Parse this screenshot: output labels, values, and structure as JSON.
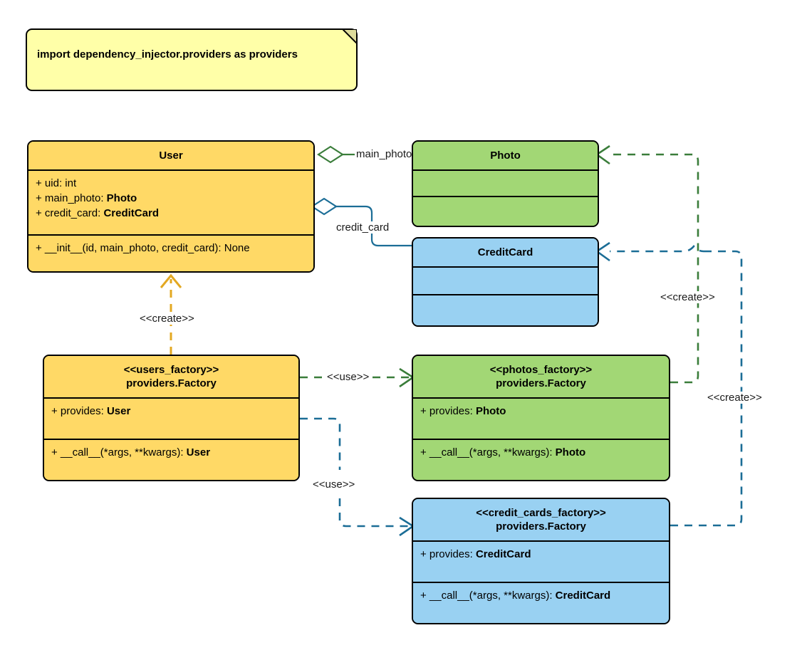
{
  "diagram": {
    "title": "Dependency Injector Factory providers UML class diagram",
    "background": "#ffffff",
    "colors": {
      "user_fill": "#ffd966",
      "photo_fill": "#a2d775",
      "creditcard_fill": "#99d1f2",
      "note_fill": "#ffffa8",
      "green_edge": "#3a7d3a",
      "blue_edge": "#1b6d96",
      "orange_edge": "#e3a822",
      "outline": "#000000"
    }
  },
  "note": {
    "name": "import-note",
    "text": "import dependency_injector.providers as providers"
  },
  "classes": {
    "user": {
      "name": "User",
      "title": "User",
      "attributes": [
        {
          "prefix": "+ uid: ",
          "type": "int",
          "type_bold": false
        },
        {
          "prefix": "+ main_photo: ",
          "type": "Photo",
          "type_bold": true
        },
        {
          "prefix": "+ credit_card: ",
          "type": "CreditCard",
          "type_bold": true
        }
      ],
      "methods": [
        {
          "prefix": "+ __init__(id, main_photo, credit_card): ",
          "type": "None",
          "type_bold": false
        }
      ]
    },
    "photo": {
      "name": "Photo",
      "title": "Photo",
      "attributes": [],
      "methods": []
    },
    "credit_card": {
      "name": "CreditCard",
      "title": "CreditCard",
      "attributes": [],
      "methods": []
    },
    "users_factory": {
      "name": "users_factory",
      "stereotype": "<<users_factory>>",
      "title": "providers.Factory",
      "attributes": [
        {
          "prefix": "+ provides: ",
          "type": "User",
          "type_bold": true
        }
      ],
      "methods": [
        {
          "prefix": "+ __call__(*args, **kwargs): ",
          "type": "User",
          "type_bold": true
        }
      ]
    },
    "photos_factory": {
      "name": "photos_factory",
      "stereotype": "<<photos_factory>>",
      "title": "providers.Factory",
      "attributes": [
        {
          "prefix": "+ provides: ",
          "type": "Photo",
          "type_bold": true
        }
      ],
      "methods": [
        {
          "prefix": "+ __call__(*args, **kwargs): ",
          "type": "Photo",
          "type_bold": true
        }
      ]
    },
    "credit_cards_factory": {
      "name": "credit_cards_factory",
      "stereotype": "<<credit_cards_factory>>",
      "title": "providers.Factory",
      "attributes": [
        {
          "prefix": "+ provides: ",
          "type": "CreditCard",
          "type_bold": true
        }
      ],
      "methods": [
        {
          "prefix": "+ __call__(*args, **kwargs): ",
          "type": "CreditCard",
          "type_bold": true
        }
      ]
    }
  },
  "edges": [
    {
      "name": "user-aggregates-photo",
      "label": "main_photo",
      "kind": "aggregation",
      "from": "User",
      "to": "Photo",
      "color": "#3a7d3a"
    },
    {
      "name": "user-aggregates-creditcard",
      "label": "credit_card",
      "kind": "aggregation",
      "from": "User",
      "to": "CreditCard",
      "color": "#1b6d96"
    },
    {
      "name": "users-factory-creates-user",
      "label": "<<create>>",
      "kind": "dependency",
      "from": "users_factory",
      "to": "User",
      "color": "#e3a822"
    },
    {
      "name": "users-factory-uses-photos-factory",
      "label": "<<use>>",
      "kind": "dependency",
      "from": "users_factory",
      "to": "photos_factory",
      "color": "#3a7d3a"
    },
    {
      "name": "users-factory-uses-credit-cards-factory",
      "label": "<<use>>",
      "kind": "dependency",
      "from": "users_factory",
      "to": "credit_cards_factory",
      "color": "#1b6d96"
    },
    {
      "name": "photos-factory-creates-photo",
      "label": "<<create>>",
      "kind": "dependency",
      "from": "photos_factory",
      "to": "Photo",
      "color": "#3a7d3a"
    },
    {
      "name": "credit-cards-factory-creates-creditcard",
      "label": "<<create>>",
      "kind": "dependency",
      "from": "credit_cards_factory",
      "to": "CreditCard",
      "color": "#1b6d96"
    }
  ],
  "edge_labels": {
    "main_photo": "main_photo",
    "credit_card": "credit_card",
    "create_user": "<<create>>",
    "use_photos": "<<use>>",
    "use_credit_cards": "<<use>>",
    "create_photo": "<<create>>",
    "create_credit_card": "<<create>>"
  }
}
